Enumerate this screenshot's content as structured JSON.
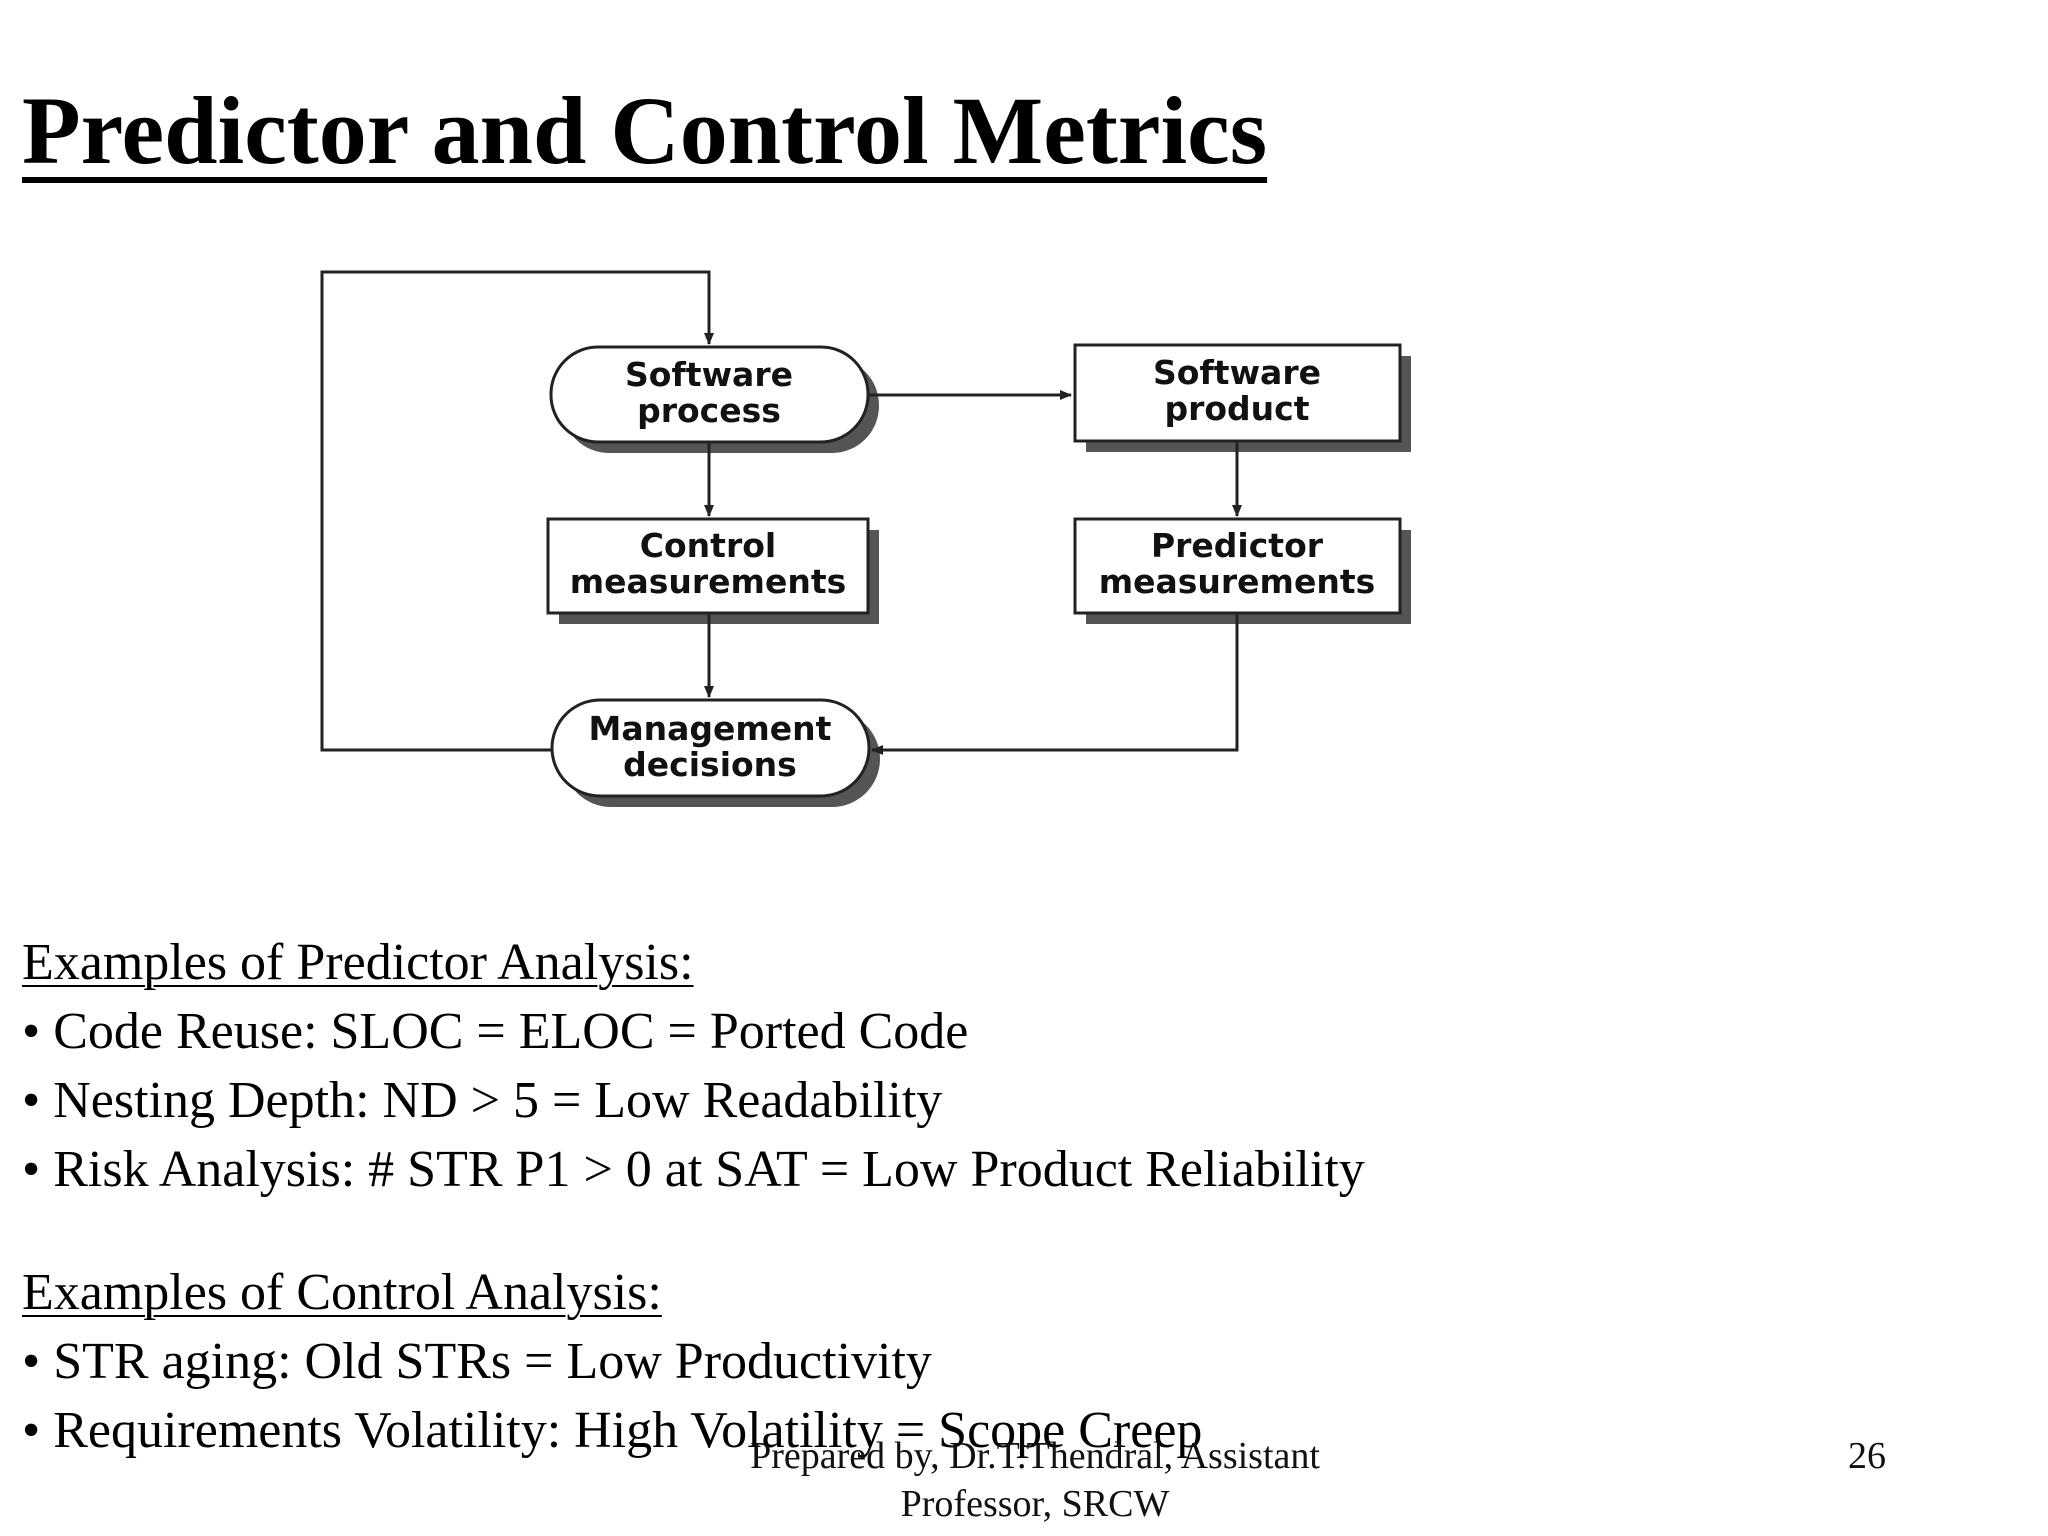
{
  "slide": {
    "title": "Predictor and Control Metrics",
    "page_number": "26",
    "footer_line1": "Prepared by, Dr.T.Thendral, Assistant",
    "footer_line2": "Professor, SRCW"
  },
  "diagram": {
    "nodes": {
      "software_process": {
        "line1": "Software",
        "line2": "process"
      },
      "software_product": {
        "line1": "Software",
        "line2": "product"
      },
      "control_measurements": {
        "line1": "Control",
        "line2": "measurements"
      },
      "predictor_measurements": {
        "line1": "Predictor",
        "line2": "measurements"
      },
      "management_decisions": {
        "line1": "Management",
        "line2": "decisions"
      }
    }
  },
  "predictor_section": {
    "heading": "Examples of Predictor Analysis:",
    "items": [
      "Code Reuse: SLOC = ELOC = Ported Code",
      "Nesting Depth: ND > 5 = Low Readability",
      "Risk Analysis: # STR P1 > 0 at SAT = Low Product Reliability"
    ]
  },
  "control_section": {
    "heading": "Examples of Control Analysis:",
    "items": [
      "STR aging: Old STRs = Low Productivity",
      "Requirements Volatility: High Volatility = Scope Creep"
    ]
  }
}
